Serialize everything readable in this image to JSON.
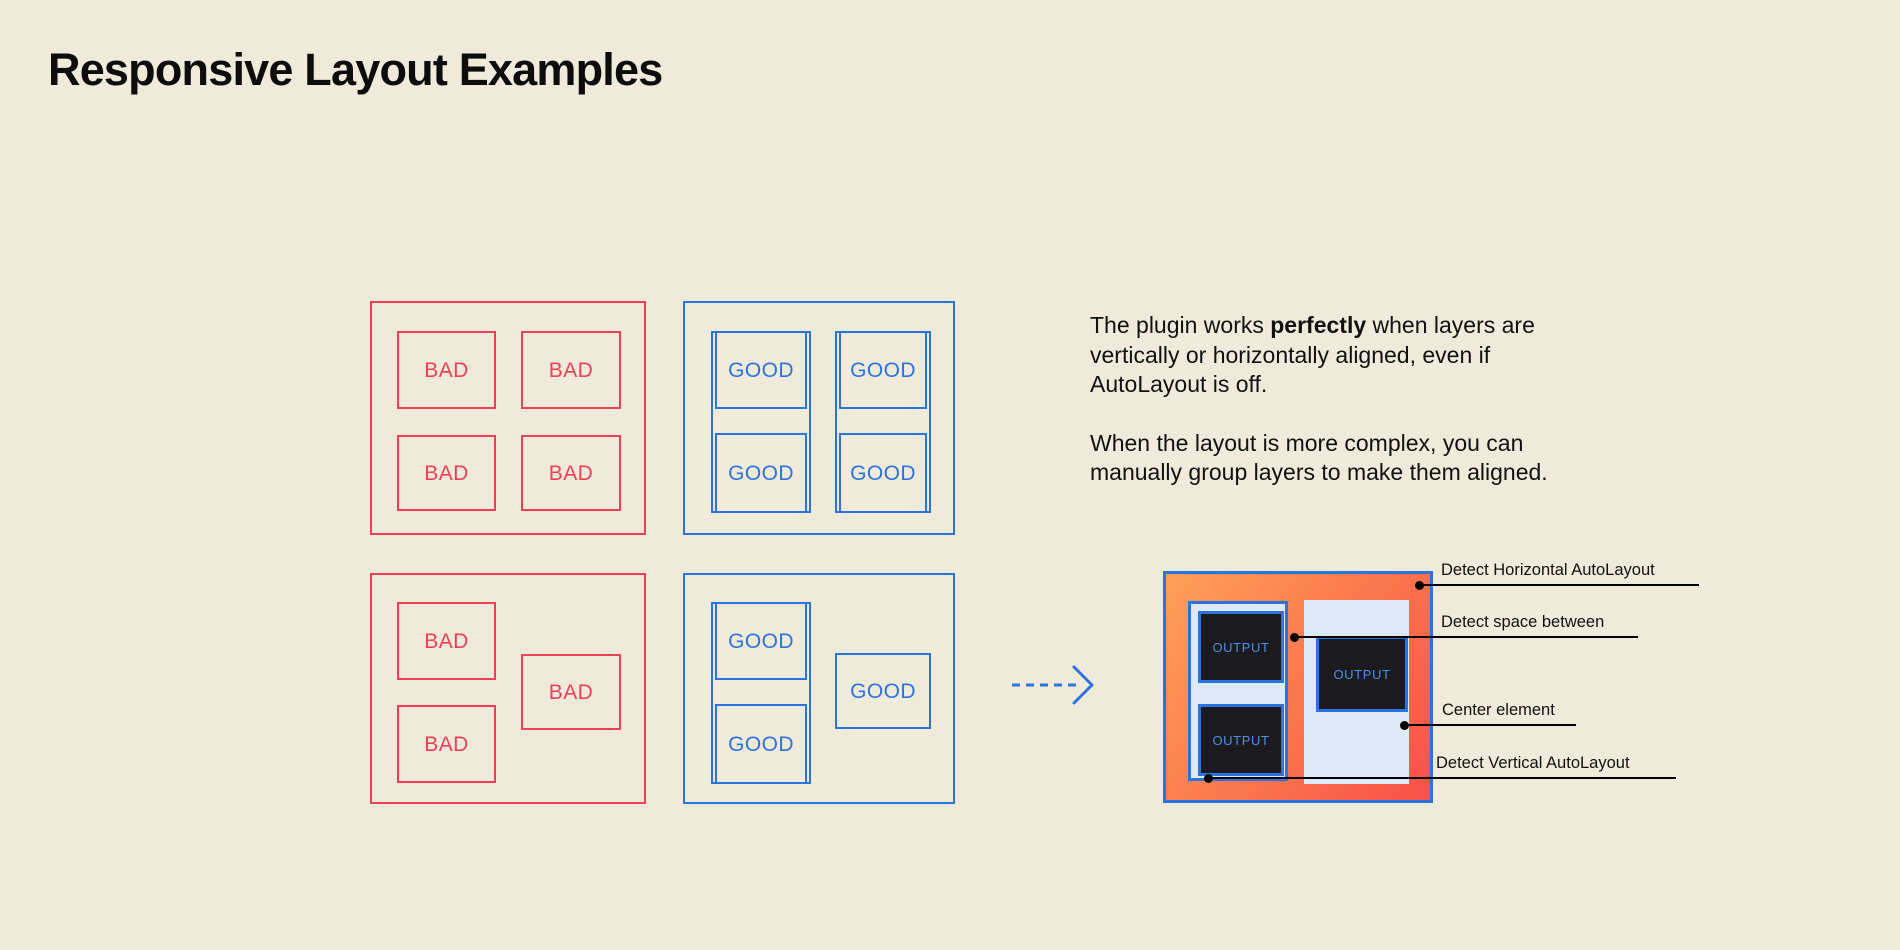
{
  "page": {
    "title": "Responsive Layout Examples",
    "background_color": "#f0eadb",
    "bad_color": "#ef4056",
    "good_color": "#2a74e0",
    "text_color": "#111111"
  },
  "examples": {
    "bad_grid": {
      "kind": "bad",
      "cells": [
        {
          "label": "BAD"
        },
        {
          "label": "BAD"
        },
        {
          "label": "BAD"
        },
        {
          "label": "BAD"
        }
      ]
    },
    "good_grid": {
      "kind": "good",
      "cells": [
        {
          "label": "GOOD"
        },
        {
          "label": "GOOD"
        },
        {
          "label": "GOOD"
        },
        {
          "label": "GOOD"
        }
      ]
    },
    "bad_complex": {
      "kind": "bad",
      "cells": [
        {
          "label": "BAD"
        },
        {
          "label": "BAD"
        },
        {
          "label": "BAD"
        }
      ]
    },
    "good_complex": {
      "kind": "good",
      "cells": [
        {
          "label": "GOOD"
        },
        {
          "label": "GOOD"
        },
        {
          "label": "GOOD"
        }
      ]
    }
  },
  "arrow": {
    "icon": "dashed-arrow-right-icon",
    "color": "#2a74e0"
  },
  "copy": {
    "paragraph_1_before": "The plugin works ",
    "paragraph_1_bold": "perfectly",
    "paragraph_1_after": " when layers are vertically or horizontally aligned, even if AutoLayout is off.",
    "paragraph_2": "When the layout is more complex, you can manually group layers to make them aligned."
  },
  "output_mockup": {
    "outputs": [
      {
        "label": "OUTPUT"
      },
      {
        "label": "OUTPUT"
      },
      {
        "label": "OUTPUT"
      }
    ],
    "frame_color": "#2a74e0",
    "fill_color": "#fb7a4d",
    "panel_color": "#dceaf7",
    "output_color": "#1b1b1f"
  },
  "callouts": [
    {
      "label": "Detect Horizontal AutoLayout"
    },
    {
      "label": "Detect space between"
    },
    {
      "label": "Center element"
    },
    {
      "label": "Detect Vertical AutoLayout"
    }
  ]
}
